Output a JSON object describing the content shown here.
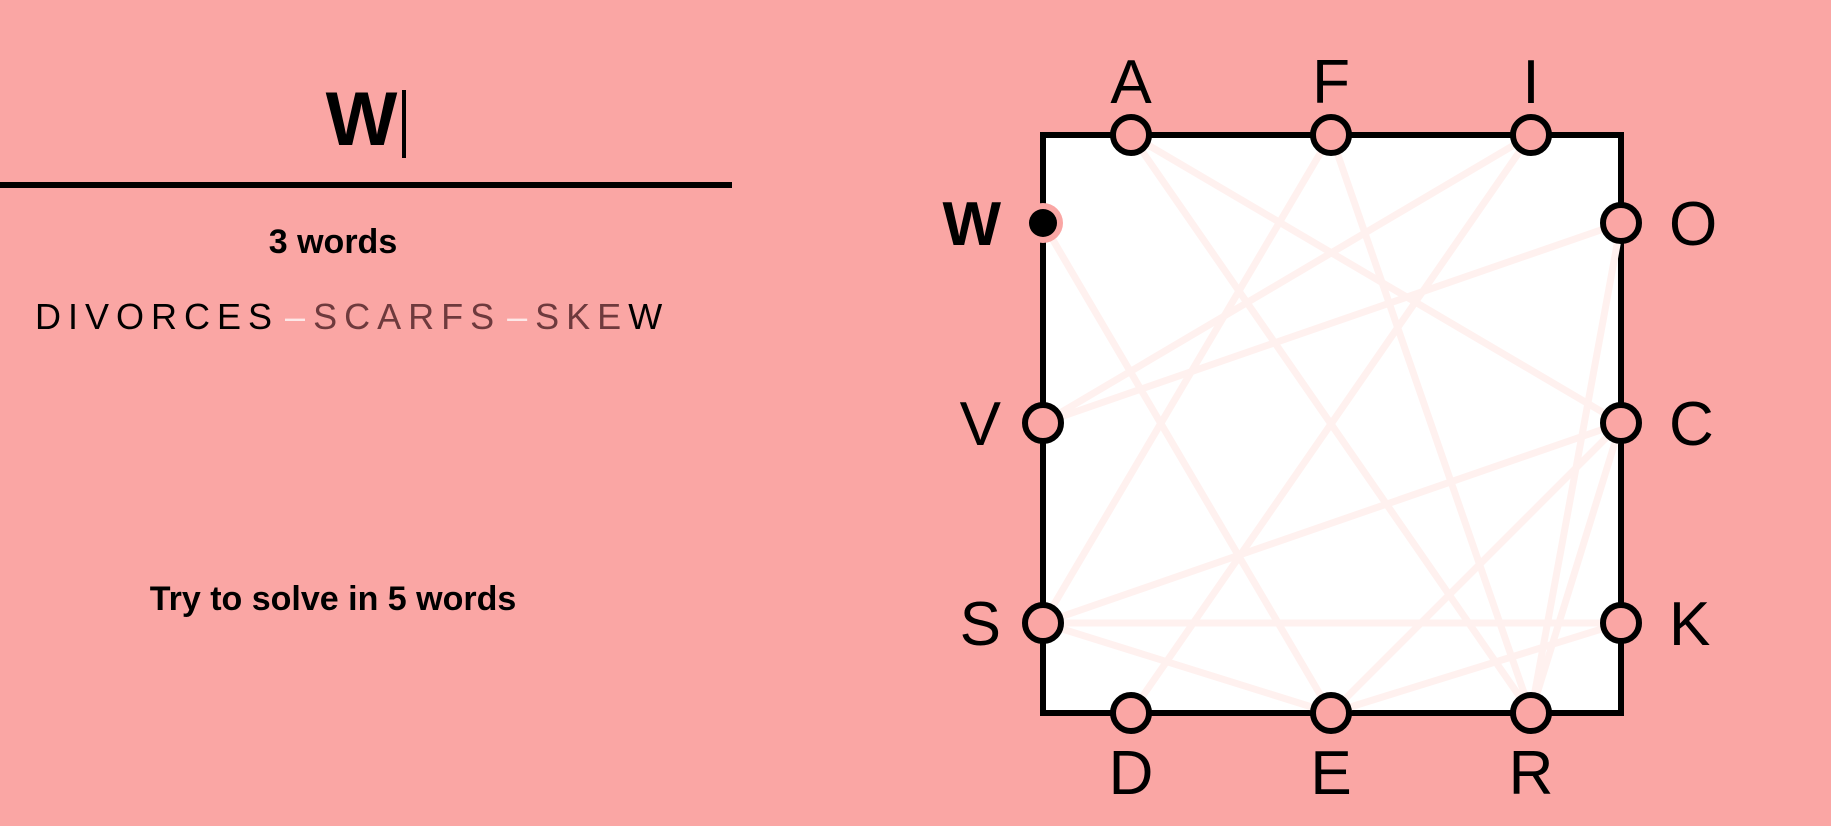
{
  "input": {
    "current_word": "W"
  },
  "status": {
    "word_count": "3 words",
    "target": "Try to solve in 5 words"
  },
  "found_words": {
    "word1": "DIVORCES",
    "separator1": "–",
    "word2": "SCARFS",
    "separator2": "–",
    "word3_start": "SKE",
    "word3_last": "W"
  },
  "board": {
    "letters": {
      "top": [
        "A",
        "F",
        "I"
      ],
      "right": [
        "O",
        "C",
        "K"
      ],
      "bottom": [
        "D",
        "E",
        "R"
      ],
      "left": [
        "W",
        "V",
        "S"
      ]
    },
    "active_letter": "W",
    "used_paths": [
      "DIVORCES",
      "SCARFS",
      "SKEW"
    ],
    "colors": {
      "background": "#FAA6A4",
      "board_fill": "#FFFFFF",
      "used_line": "#FFF1EF",
      "node_fill": "#FAA6A4",
      "active_node": "#000000"
    }
  }
}
